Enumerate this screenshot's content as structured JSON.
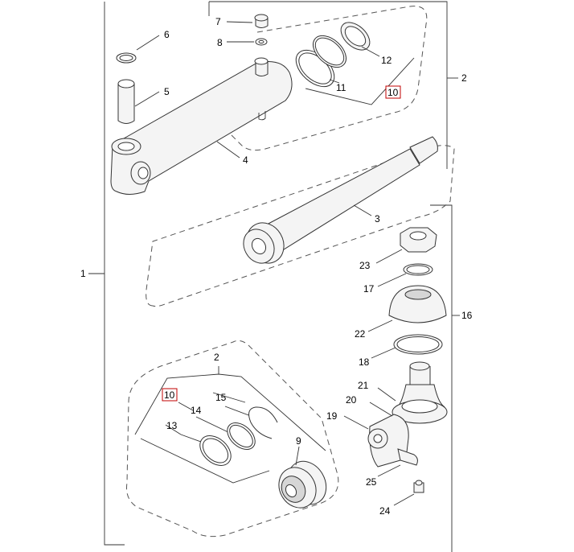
{
  "callouts": {
    "c1": "1",
    "c2_top": "2",
    "c2_bottom": "2",
    "c3": "3",
    "c4": "4",
    "c5": "5",
    "c6": "6",
    "c7": "7",
    "c8": "8",
    "c9": "9",
    "c10_top": "10",
    "c10_bottom": "10",
    "c11": "11",
    "c12": "12",
    "c13": "13",
    "c14": "14",
    "c15": "15",
    "c16": "16",
    "c17": "17",
    "c18": "18",
    "c19": "19",
    "c20": "20",
    "c21": "21",
    "c22": "22",
    "c23": "23",
    "c24": "24",
    "c25": "25"
  },
  "colors": {
    "line": "#333333",
    "highlight_box": "#c00000",
    "part_fill": "#f4f4f4"
  }
}
